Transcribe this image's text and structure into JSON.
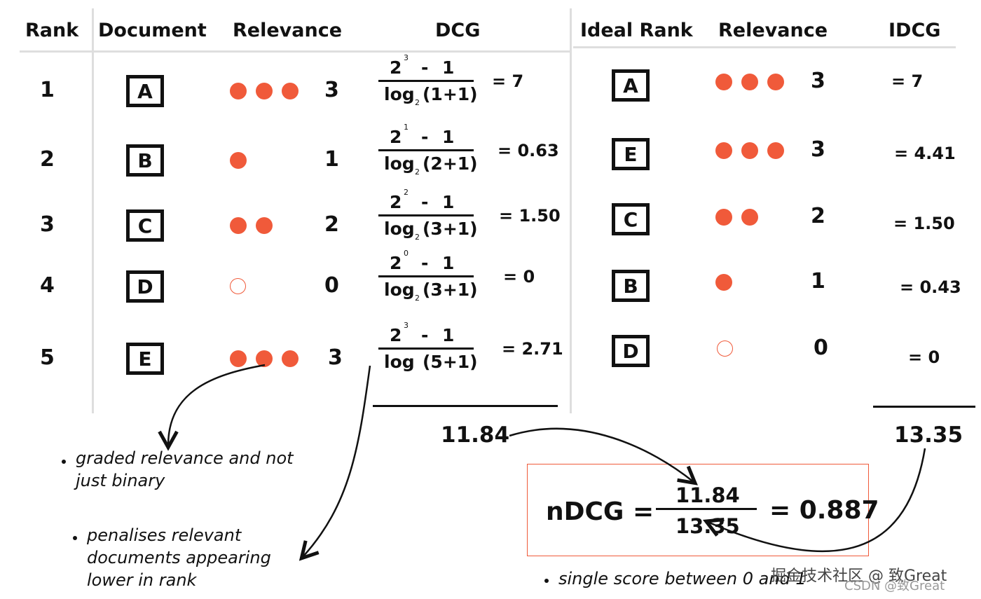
{
  "headers": {
    "rank": "Rank",
    "document": "Document",
    "relevance": "Relevance",
    "dcg": "DCG",
    "ideal_rank": "Ideal Rank",
    "relevance2": "Relevance",
    "idcg": "IDCG"
  },
  "dcg_rows": [
    {
      "rank": "1",
      "doc": "A",
      "dots": 3,
      "rel": "3",
      "base": "2",
      "exp": "3",
      "minus": "-",
      "one": "1",
      "log": "log",
      "logsub": "2",
      "arg": "(1+1)",
      "result": "= 7"
    },
    {
      "rank": "2",
      "doc": "B",
      "dots": 1,
      "rel": "1",
      "base": "2",
      "exp": "1",
      "minus": "-",
      "one": "1",
      "log": "log",
      "logsub": "2",
      "arg": "(2+1)",
      "result": "= 0.63"
    },
    {
      "rank": "3",
      "doc": "C",
      "dots": 2,
      "rel": "2",
      "base": "2",
      "exp": "2",
      "minus": "-",
      "one": "1",
      "log": "log",
      "logsub": "2",
      "arg": "(3+1)",
      "result": "= 1.50"
    },
    {
      "rank": "4",
      "doc": "D",
      "dots": 0,
      "rel": "0",
      "base": "2",
      "exp": "0",
      "minus": "-",
      "one": "1",
      "log": "log",
      "logsub": "2",
      "arg": "(3+1)",
      "result": "= 0"
    },
    {
      "rank": "5",
      "doc": "E",
      "dots": 3,
      "rel": "3",
      "base": "2",
      "exp": "3",
      "minus": "-",
      "one": "1",
      "log": "log",
      "logsub": "",
      "arg": "(5+1)",
      "result": "= 2.71"
    }
  ],
  "idcg_rows": [
    {
      "doc": "A",
      "dots": 3,
      "rel": "3",
      "result": "= 7"
    },
    {
      "doc": "E",
      "dots": 3,
      "rel": "3",
      "result": "= 4.41"
    },
    {
      "doc": "C",
      "dots": 2,
      "rel": "2",
      "result": "= 1.50"
    },
    {
      "doc": "B",
      "dots": 1,
      "rel": "1",
      "result": "= 0.43"
    },
    {
      "doc": "D",
      "dots": 0,
      "rel": "0",
      "result": "= 0"
    }
  ],
  "totals": {
    "dcg": "11.84",
    "idcg": "13.35"
  },
  "ndcg": {
    "label": "nDCG =",
    "num": "11.84",
    "den": "13.35",
    "result": "= 0.887"
  },
  "notes": {
    "graded_line1": "graded relevance and not",
    "graded_line2": "just binary",
    "penal_line1": "penalises relevant",
    "penal_line2": "documents appearing",
    "penal_line3": "lower in rank",
    "single": "single score between 0 and 1"
  },
  "watermark": {
    "line1": "掘金技术社区 @ 致Great",
    "line2": "CSDN @致Great"
  },
  "colors": {
    "accent": "#f05a3a",
    "ink": "#111111",
    "rule": "#dddddd"
  }
}
